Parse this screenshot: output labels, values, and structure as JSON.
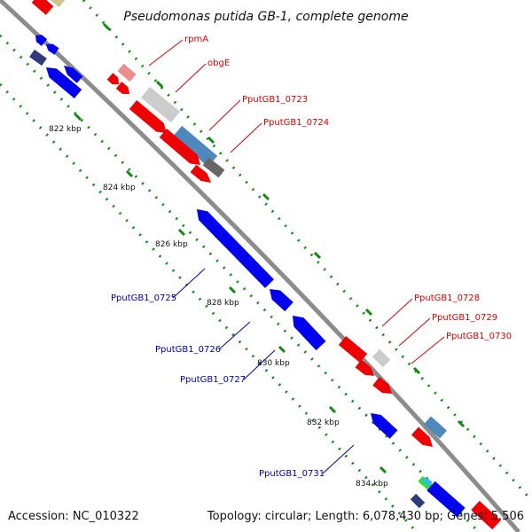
{
  "title": "Pseudomonas putida GB-1, complete genome",
  "footer": {
    "accession": "Accession: NC_010322",
    "summary": "Topology: circular; Length: 6,078,430 bp; Genes: 5,506"
  },
  "colors": {
    "forward_label": "#dd0000",
    "reverse_label": "#0000aa",
    "backbone": "#8c8c8c",
    "tick": "#128a12",
    "gene_red": "#ee0000",
    "gene_blue": "#0000ee",
    "gene_gray": "#cccccc",
    "gene_steel": "#4f88bd",
    "gene_dark": "#666666",
    "gene_pink": "#ee8c8c",
    "gene_navy": "#2e3a7a",
    "gene_green": "#33dd33",
    "gene_olive": "#cdc48e"
  },
  "scale_labels": [
    "822 kbp",
    "824 kbp",
    "826 kbp",
    "828 kbp",
    "830 kbp",
    "832 kbp",
    "834 kbp"
  ],
  "forward_gene_labels": [
    "rpmA",
    "obgE",
    "PputGB1_0723",
    "PputGB1_0724",
    "PputGB1_0728",
    "PputGB1_0729",
    "PputGB1_0730"
  ],
  "reverse_gene_labels": [
    "PputGB1_0725",
    "PputGB1_0726",
    "PputGB1_0727",
    "PputGB1_0731"
  ]
}
